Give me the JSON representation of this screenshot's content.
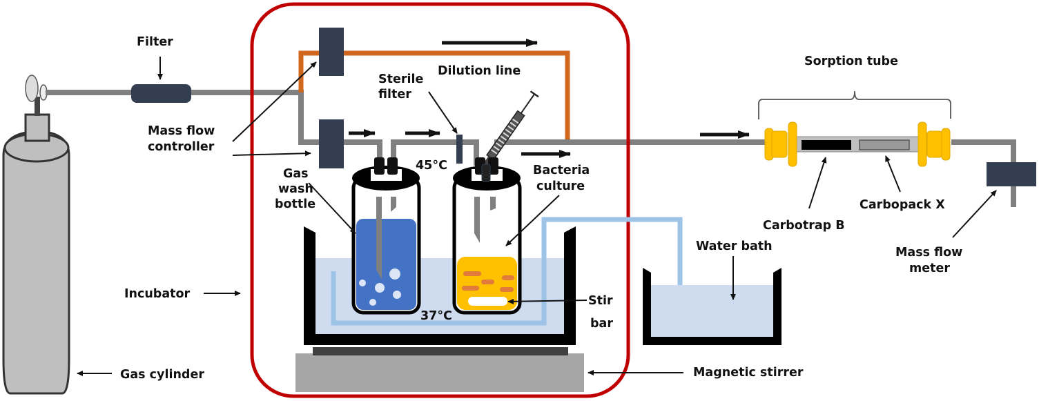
{
  "diagram": {
    "title": "Experimental setup: gas sampling from bacteria culture",
    "labels": {
      "filter": "Filter",
      "mass_flow_controller_1": "Mass flow",
      "mass_flow_controller_2": "controller",
      "gas_wash_bottle_1": "Gas",
      "gas_wash_bottle_2": "wash",
      "gas_wash_bottle_3": "bottle",
      "sterile_filter_1": "Sterile",
      "sterile_filter_2": "filter",
      "dilution_line": "Dilution line",
      "temp_hot": "45°C",
      "bacteria_culture_1": "Bacteria",
      "bacteria_culture_2": "culture",
      "temp_bath": "37°C",
      "stir_bar_1": "Stir",
      "stir_bar_2": "bar",
      "incubator": "Incubator",
      "gas_cylinder": "Gas cylinder",
      "magnetic_stirrer": "Magnetic stirrer",
      "water_bath": "Water bath",
      "sorption_tube": "Sorption tube",
      "carbotrap_b": "Carbotrap B",
      "carbopack_x": "Carbopack X",
      "mass_flow_meter_1": "Mass flow",
      "mass_flow_meter_2": "meter"
    },
    "colors": {
      "incubator_outline": "#c00000",
      "dilution_line": "#d0671c",
      "gas_line": "#808080",
      "mfc": "#333f50",
      "wash_liquid": "#4472c4",
      "culture": "#ffc000",
      "bacteria": "#e07b39",
      "water": "#cfdcf0",
      "water_tube": "#9dc3e6",
      "sorption_cap": "#ffc000",
      "cylinder": "#bfbfbf",
      "stirrer": "#a6a6a6"
    }
  }
}
